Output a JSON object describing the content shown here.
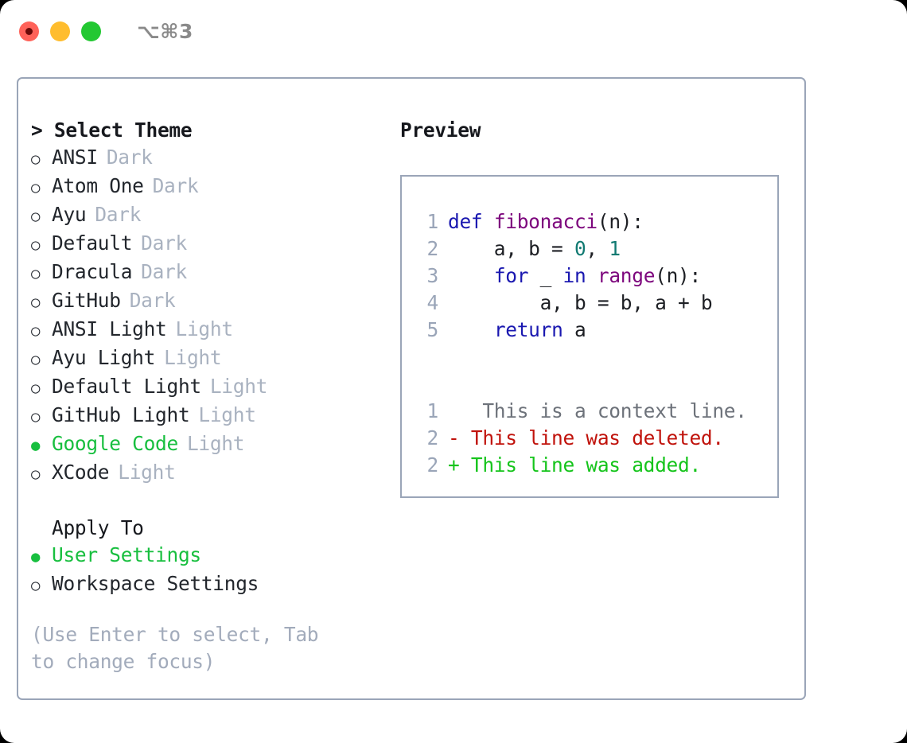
{
  "titlebar": {
    "shortcut": "⌥⌘3",
    "buttons": [
      {
        "name": "close",
        "color": "#ff6259"
      },
      {
        "name": "minimize",
        "color": "#ffbd2e"
      },
      {
        "name": "maximize",
        "color": "#23c832"
      }
    ]
  },
  "theme_list": {
    "header": "> Select Theme",
    "marker_unselected": "○",
    "marker_selected": "●",
    "items": [
      {
        "label": "ANSI",
        "tag": "Dark",
        "selected": false
      },
      {
        "label": "Atom One",
        "tag": "Dark",
        "selected": false
      },
      {
        "label": "Ayu",
        "tag": "Dark",
        "selected": false
      },
      {
        "label": "Default",
        "tag": "Dark",
        "selected": false
      },
      {
        "label": "Dracula",
        "tag": "Dark",
        "selected": false
      },
      {
        "label": "GitHub",
        "tag": "Dark",
        "selected": false
      },
      {
        "label": "ANSI Light",
        "tag": "Light",
        "selected": false
      },
      {
        "label": "Ayu Light",
        "tag": "Light",
        "selected": false
      },
      {
        "label": "Default Light",
        "tag": "Light",
        "selected": false
      },
      {
        "label": "GitHub Light",
        "tag": "Light",
        "selected": false
      },
      {
        "label": "Google Code",
        "tag": "Light",
        "selected": true
      },
      {
        "label": "XCode",
        "tag": "Light",
        "selected": false
      }
    ]
  },
  "apply_to": {
    "header": "Apply To",
    "items": [
      {
        "label": "User Settings",
        "selected": true
      },
      {
        "label": "Workspace Settings",
        "selected": false
      }
    ]
  },
  "hint": "(Use Enter to select, Tab to change focus)",
  "preview": {
    "title": "Preview",
    "code_lines": [
      {
        "num": "1",
        "tokens": [
          {
            "t": "def ",
            "c": "kw"
          },
          {
            "t": "fibonacci",
            "c": "fn"
          },
          {
            "t": "(n):",
            "c": "plain"
          }
        ]
      },
      {
        "num": "2",
        "tokens": [
          {
            "t": "    a, b = ",
            "c": "plain"
          },
          {
            "t": "0",
            "c": "num"
          },
          {
            "t": ", ",
            "c": "plain"
          },
          {
            "t": "1",
            "c": "num"
          }
        ]
      },
      {
        "num": "3",
        "tokens": [
          {
            "t": "    ",
            "c": "plain"
          },
          {
            "t": "for",
            "c": "kw"
          },
          {
            "t": " _ ",
            "c": "plain"
          },
          {
            "t": "in",
            "c": "kw"
          },
          {
            "t": " ",
            "c": "plain"
          },
          {
            "t": "range",
            "c": "fn"
          },
          {
            "t": "(n):",
            "c": "plain"
          }
        ]
      },
      {
        "num": "4",
        "tokens": [
          {
            "t": "        a, b = b, a + b",
            "c": "plain"
          }
        ]
      },
      {
        "num": "5",
        "tokens": [
          {
            "t": "    ",
            "c": "plain"
          },
          {
            "t": "return",
            "c": "kw"
          },
          {
            "t": " a",
            "c": "plain"
          }
        ]
      }
    ],
    "diff_lines": [
      {
        "num": "1",
        "marker": " ",
        "text": "  This is a context line.",
        "kind": "ctx"
      },
      {
        "num": "2",
        "marker": "-",
        "text": " This line was deleted.",
        "kind": "del"
      },
      {
        "num": "2",
        "marker": "+",
        "text": " This line was added.",
        "kind": "add"
      }
    ]
  },
  "colors": {
    "accent_green": "#18bf3f",
    "border": "#9aa5b8",
    "muted": "#a9b2c0",
    "keyword": "#1a18b0",
    "function": "#7d077d",
    "number": "#117a72",
    "diff_added": "#15c41b",
    "diff_deleted": "#c0120b"
  }
}
